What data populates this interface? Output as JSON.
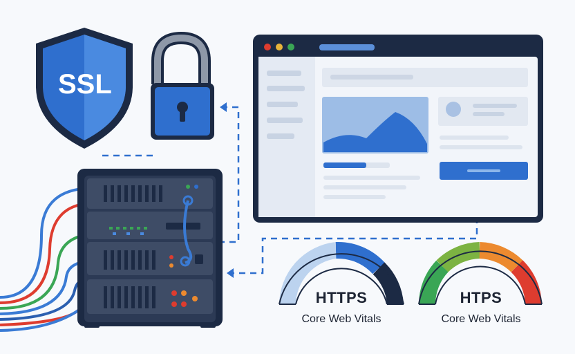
{
  "shield": {
    "text": "SSL",
    "icon": "shield-icon"
  },
  "lock": {
    "icon": "padlock-icon"
  },
  "server": {
    "icon": "server-rack-icon"
  },
  "browser": {
    "icon": "browser-window-icon"
  },
  "gauges": [
    {
      "title": "HTTPS",
      "subtitle": "Core Web Vitals",
      "style": "blue"
    },
    {
      "title": "HTPS",
      "subtitle": "Core Web Vitals",
      "style": "color"
    }
  ],
  "colors": {
    "primary": "#2f6fce",
    "dark": "#1c2a44",
    "light_blue": "#bcd3ef",
    "green": "#3aa655",
    "yellow": "#e6b33a",
    "orange": "#ec8a2f",
    "red": "#de3c2f"
  }
}
